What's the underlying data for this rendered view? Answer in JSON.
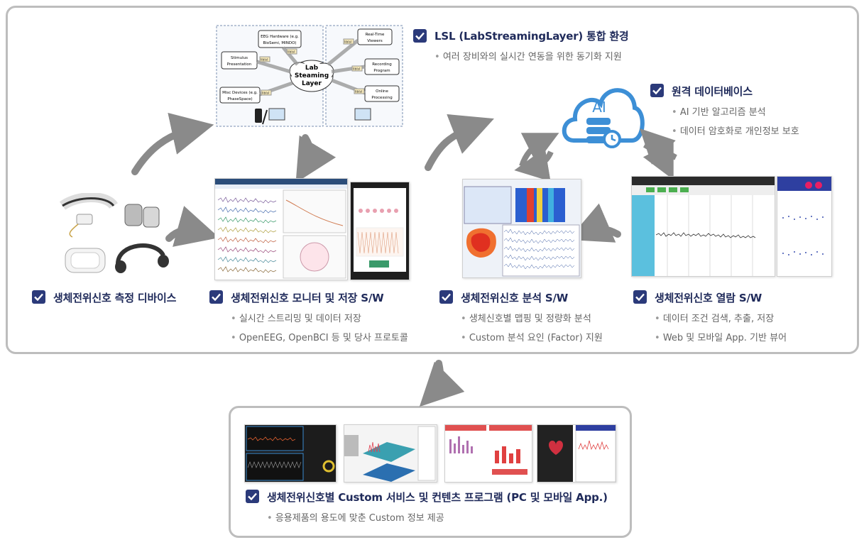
{
  "main_sections": {
    "devices": {
      "title": "생체전위신호 측정 디바이스"
    },
    "monitor": {
      "title": "생체전위신호 모니터 및 저장 S/W",
      "items": [
        "실시간 스트리밍 및 데이터 저장",
        "OpenEEG, OpenBCI 등 및 당사 프로토콜"
      ]
    },
    "analysis": {
      "title": "생체전위신호 분석 S/W",
      "items": [
        "생체신호별 맵핑 및 정량화 분석",
        "Custom 분석 요인 (Factor) 지원"
      ]
    },
    "viewer": {
      "title": "생체전위신호 열람 S/W",
      "items": [
        "데이터 조건 검색, 추출, 저장",
        "Web 및 모바일 App. 기반 뷰어"
      ]
    },
    "lsl": {
      "title": "LSL (LabStreamingLayer) 통합 환경",
      "items": [
        "여러 장비와의 실시간 연동을 위한 동기화 지원"
      ]
    },
    "remote_db": {
      "title": "원격 데이터베이스",
      "items": [
        "AI 기반 알고리즘 분석",
        "데이터 암호화로 개인정보 보호"
      ]
    },
    "custom": {
      "title": "생체전위신호별 Custom 서비스 및 컨텐츠 프로그램 (PC 및 모바일 App.)",
      "items": [
        "응용제품의 용도에 맞춘 Custom 정보 제공"
      ]
    }
  },
  "lsl_diagram": {
    "center": [
      "Lab",
      "Steaming",
      "Layer"
    ],
    "inputs": [
      {
        "label": [
          "EEG Hardware (e.g.",
          "BioSemi, MINDO)"
        ]
      },
      {
        "label": [
          "Stimulus",
          "Presentation"
        ]
      },
      {
        "label": [
          "Misc Devices (e.g.",
          "PhaseSpace)"
        ]
      }
    ],
    "outputs": [
      {
        "label": [
          "Real-Time",
          "Viewers"
        ]
      },
      {
        "label": [
          "Recording",
          "Program"
        ]
      },
      {
        "label": [
          "Online",
          "Processing"
        ]
      }
    ],
    "lib_tag": "liblsl"
  },
  "cloud": {
    "label": "AI"
  },
  "colors": {
    "navy": "#2b3a7a",
    "cloud_blue": "#3d8fd6",
    "arrow_gray": "#8a8a8a",
    "frame_gray": "#bdbdbd"
  }
}
